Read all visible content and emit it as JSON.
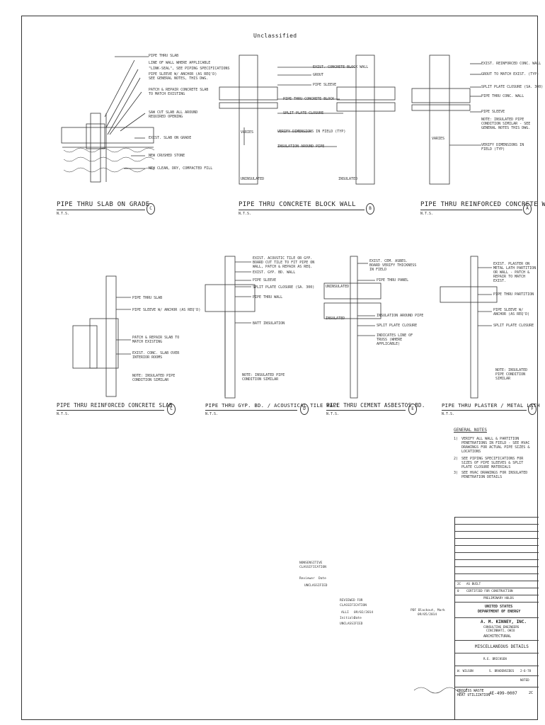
{
  "sheet": {
    "header_stamp": "Unclassified"
  },
  "details": {
    "c1": {
      "title": "PIPE THRU SLAB ON GRADE",
      "scale": "N.T.S.",
      "mark": "C",
      "notes": [
        "PIPE THRU SLAB",
        "LINE OF WALL WHERE APPLICABLE",
        "\"LINK-SEAL\", SEE PIPING SPECIFICATIONS",
        "PIPE SLEEVE W/ ANCHOR (AS REQ'D) SEE GENERAL NOTES, THIS DWG.",
        "PATCH & REPAIR CONCRETE SLAB TO MATCH EXISTING",
        "SAW CUT SLAB ALL AROUND REQUIRED OPENING",
        "EXIST. SLAB ON GRADE",
        "NEW CRUSHED STONE",
        "NEW CLEAN, DRY, COMPACTED FILL"
      ]
    },
    "b1": {
      "title": "PIPE THRU CONCRETE BLOCK WALL",
      "scale": "N.T.S.",
      "mark": "B",
      "notes": [
        "EXIST. CONCRETE BLOCK WALL",
        "GROUT",
        "PIPE SLEEVE",
        "PIPE THRU CONCRETE BLOCK",
        "SPLIT PLATE CLOSURE",
        "VERIFY DIMENSIONS IN FIELD (TYP)",
        "INSULATION AROUND PIPE"
      ],
      "labels": [
        "VARIES",
        "UNINSULATED",
        "INSULATED"
      ]
    },
    "a1": {
      "title": "PIPE THRU REINFORCED CONCRETE WALL",
      "scale": "N.T.S.",
      "mark": "A",
      "notes": [
        "EXIST. REINFORCED CONC. WALL",
        "GROUT TO MATCH EXIST. (TYP)",
        "SPLIT PLATE CLOSURE (SA. 300)",
        "PIPE THRU CONC. WALL",
        "PIPE SLEEVE",
        "NOTE: INSULATED PIPE CONDITION SIMILAR - SEE GENERAL NOTES THIS DWG.",
        "VERIFY DIMENSIONS IN FIELD (TYP)"
      ],
      "labels": [
        "VARIES"
      ]
    },
    "c2": {
      "title": "PIPE THRU REINFORCED CONCRETE SLAB",
      "scale": "N.T.S.",
      "mark": "C",
      "notes": [
        "PIPE THRU SLAB",
        "PIPE SLEEVE W/ ANCHOR (AS REQ'D)",
        "PATCH & REPAIR SLAB TO MATCH EXISTING",
        "EXIST. CONC. SLAB OVER INTERIOR ROOMS",
        "NOTE: INSULATED PIPE CONDITION SIMILAR"
      ]
    },
    "d1": {
      "title": "PIPE THRU GYP. BD. / ACOUSTICAL TILE WALL",
      "scale": "N.T.S.",
      "mark": "D",
      "notes": [
        "EXIST. ACOUSTIC TILE OR GYP. BOARD CUT TILE TO FIT PIPE ON WALL, PATCH & REPAIR AS REQ.",
        "EXIST. GYP. BD. WALL",
        "PIPE SLEEVE",
        "SPLIT PLATE CLOSURE (SA. 300)",
        "PIPE THRU WALL",
        "BATT INSULATION",
        "NOTE: INSULATED PIPE CONDITION SIMILAR"
      ]
    },
    "e1": {
      "title": "PIPE THRU CEMENT ASBESTOS BD.",
      "scale": "N.T.S.",
      "mark": "E",
      "notes": [
        "EXIST. CEM. ASBES. BOARD VERIFY THICKNESS IN FIELD",
        "PIPE THRU PANEL",
        "INSULATION AROUND PIPE",
        "SPLIT PLATE CLOSURE",
        "INDICATES LINE OF TRUSS (WHERE APPLICABLE)"
      ],
      "labels": [
        "UNINSULATED",
        "INSULATED"
      ]
    },
    "f1": {
      "title": "PIPE THRU PLASTER / METAL LATH",
      "scale": "N.T.S.",
      "mark": "F",
      "notes": [
        "EXIST. PLASTER ON METAL LATH PARTITION OR WALL - PATCH & REPAIR TO MATCH EXIST.",
        "PIPE THRU PARTITION",
        "PIPE SLEEVE W/ ANCHOR (AS REQ'D)",
        "SPLIT PLATE CLOSURE",
        "NOTE: INSULATED PIPE CONDITION SIMILAR"
      ]
    }
  },
  "general_notes": {
    "heading": "GENERAL NOTES",
    "items": [
      {
        "num": "1)",
        "text": "VERIFY ALL WALL & PARTITION PENETRATIONS IN FIELD - SEE HVAC DRAWINGS FOR ACTUAL PIPE SIZES & LOCATIONS"
      },
      {
        "num": "2)",
        "text": "SEE PIPING SPECIFICATIONS FOR SIZES OF PIPE SLEEVES & SPLIT PLATE CLOSURE MATERIALS"
      },
      {
        "num": "3)",
        "text": "SEE HVAC DRAWINGS FOR INSULATED PENETRATION DETAILS"
      }
    ]
  },
  "stamps": {
    "review1": [
      "NONSENSITIVE",
      "CLASSIFICATION",
      "Reviewer",
      "Date",
      "UNCLASSIFIED"
    ],
    "review2": [
      "REVIEWED FOR",
      "CLASSIFICATION",
      "Initials",
      "Date",
      "UNCLASSIFIED"
    ],
    "review2_initials": "ALLI",
    "review2_date": "09/02/2014",
    "review3": [
      "PDF Blackout, Mark",
      "09/05/2014"
    ]
  },
  "title_block": {
    "revisions": [
      {
        "rev": "2C",
        "desc": "AS BUILT"
      },
      {
        "rev": "0",
        "desc": "CERTIFIED FOR CONSTRUCTION"
      }
    ],
    "agency_line1": "UNITED STATES",
    "agency_line2": "DEPARTMENT OF ENERGY",
    "firm": "A. M. KINNEY, INC.",
    "firm_sub1": "CONSULTING ENGINEERS",
    "firm_sub2": "CINCINNATI, OHIO",
    "discipline": "ARCHITECTURAL",
    "drawing_title": "MISCELLANEOUS DETAILS",
    "drawn_by": "W. WILSON",
    "checked_by": "S. BRADENSIDES",
    "date": "2-6-78",
    "scale": "NOTED",
    "project_line1": "PROCESS WASTE",
    "project_line2": "HEAT UTILIZATION",
    "drawing_number": "4E-499-0007",
    "rev_no": "2C",
    "prelim": "PRELIMINARY HOLDS",
    "ref": "R.E. BRICKSEN"
  }
}
